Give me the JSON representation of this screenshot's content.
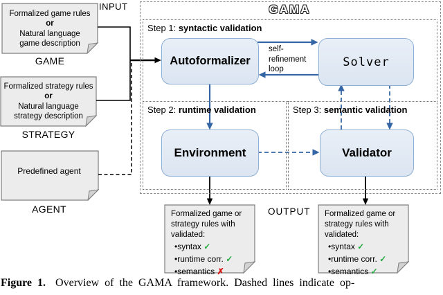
{
  "title": {
    "gama": "GAMA"
  },
  "io_labels": {
    "input": "INPUT",
    "output": "OUTPUT"
  },
  "inputs": {
    "game": {
      "line1": "Formalized game rules",
      "line2": "or",
      "line3": "Natural language",
      "line4": "game description",
      "label": "GAME"
    },
    "strategy": {
      "line1": "Formalized strategy rules",
      "line2": "or",
      "line3": "Natural language",
      "line4": "strategy description",
      "label": "STRATEGY"
    },
    "agent": {
      "line1": "Predefined agent",
      "label": "AGENT"
    }
  },
  "steps": {
    "step1": {
      "prefix": "Step 1: ",
      "name": "syntactic validation"
    },
    "step2": {
      "prefix": "Step 2: ",
      "name": "runtime validation"
    },
    "step3": {
      "prefix": "Step 3: ",
      "name": "semantic validation"
    }
  },
  "nodes": {
    "autoformalizer": "Autoformalizer",
    "solver": "Solver",
    "environment": "Environment",
    "validator": "Validator"
  },
  "loop": {
    "line1": "self-",
    "line2": "refinement",
    "line3": "loop"
  },
  "outputs": {
    "left": {
      "line1": "Formalized game or",
      "line2": "strategy rules with",
      "line3": "validated:",
      "items": [
        {
          "text": "•syntax ",
          "mark": "✓",
          "mark_class": "mark green"
        },
        {
          "text": "•runtime corr. ",
          "mark": "✓",
          "mark_class": "mark green"
        },
        {
          "text": "•semantics ",
          "mark": "✗",
          "mark_class": "mark red"
        }
      ]
    },
    "right": {
      "line1": "Formalized game or",
      "line2": "strategy rules with",
      "line3": "validated:",
      "items": [
        {
          "text": "•syntax ",
          "mark": "✓",
          "mark_class": "mark green"
        },
        {
          "text": "•runtime corr. ",
          "mark": "✓",
          "mark_class": "mark green"
        },
        {
          "text": "•semantics ",
          "mark": "✓",
          "mark_class": "mark green"
        }
      ]
    }
  },
  "caption": {
    "figure": "Figure 1.",
    "text": "Overview of the GAMA framework. Dashed lines indicate op-"
  },
  "colors": {
    "blue_accent": "#3465a4",
    "node_fill": "#dde7f3",
    "node_border": "#8fafd4",
    "doc_fill": "#ececec",
    "doc_border": "#7f7f7f",
    "check_green": "#1fa93c",
    "cross_red": "#dd1111"
  }
}
